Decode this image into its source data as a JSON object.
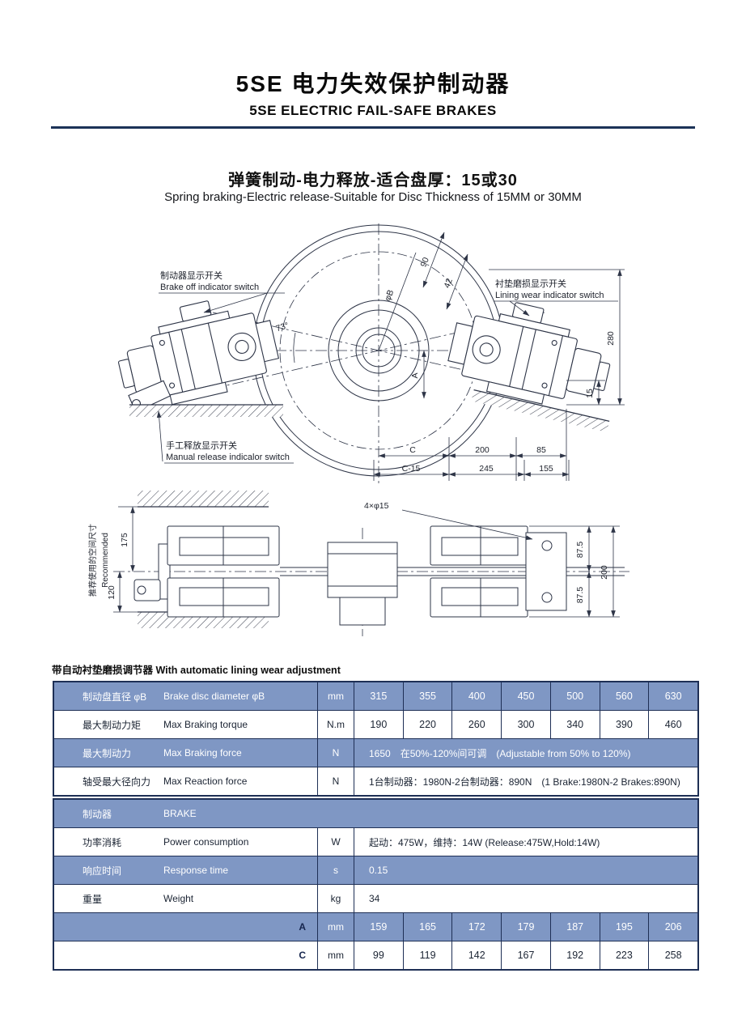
{
  "header": {
    "title_zh": "5SE 电力失效保护制动器",
    "title_en": "5SE ELECTRIC FAIL-SAFE BRAKES",
    "section_zh": "弹簧制动-电力释放-适合盘厚：15或30",
    "section_en": "Spring braking-Electric release-Suitable for Disc Thickness of 15MM or 30MM"
  },
  "note": "带自动衬垫磨损调节器  With automatic lining wear adjustment",
  "drawing": {
    "callouts": {
      "brake_off": {
        "zh": "制动器显示开关",
        "en": "Brake off indicator switch"
      },
      "lining_wear": {
        "zh": "衬垫磨损显示开关",
        "en": "Lining wear indicator switch"
      },
      "manual_release": {
        "zh": "手工释放显示开关",
        "en": "Manual release indicalor switch"
      },
      "recommended_zh": "推荐使用的空间尺寸",
      "recommended_en": "Recommended"
    },
    "dims": {
      "phi_b": "φB",
      "d90": "90",
      "d42": "42",
      "a73": "73°",
      "a": "A",
      "d280": "280",
      "d15": "15",
      "c": "C",
      "d200": "200",
      "d85": "85",
      "c15": "C-15",
      "d245": "245",
      "d155": "155",
      "holes": "4×φ15",
      "d175": "175",
      "d120": "120",
      "d87a": "87.5",
      "d87b": "87.5",
      "d200v": "200"
    }
  },
  "spec_table": {
    "rows": [
      {
        "zh": "制动盘直径 φB",
        "en": "Brake disc diameter  φB",
        "unit": "mm",
        "values": [
          "315",
          "355",
          "400",
          "450",
          "500",
          "560",
          "630"
        ]
      },
      {
        "zh": "最大制动力矩",
        "en": "Max Braking torque",
        "unit": "N.m",
        "values": [
          "190",
          "220",
          "260",
          "300",
          "340",
          "390",
          "460"
        ]
      },
      {
        "zh": "最大制动力",
        "en": "Max Braking force",
        "unit": "N",
        "merged": "1650　在50%-120%间可调　(Adjustable from 50% to 120%)"
      },
      {
        "zh": "轴受最大径向力",
        "en": "Max Reaction force",
        "unit": "N",
        "merged": "1台制动器：1980N-2台制动器：890N　(1 Brake:1980N-2 Brakes:890N)"
      }
    ]
  },
  "brake_table": {
    "title_zh": "制动器",
    "title_en": "BRAKE",
    "rows": [
      {
        "zh": "功率消耗",
        "en": "Power consumption",
        "unit": "W",
        "merged": "起动：475W，维持：14W  (Release:475W,Hold:14W)"
      },
      {
        "zh": "响应时间",
        "en": "Response time",
        "unit": "s",
        "merged": "0.15"
      },
      {
        "zh": "重量",
        "en": "Weight",
        "unit": "kg",
        "merged": "34"
      }
    ],
    "dim_rows": [
      {
        "label": "A",
        "unit": "mm",
        "values": [
          "159",
          "165",
          "172",
          "179",
          "187",
          "195",
          "206"
        ]
      },
      {
        "label": "C",
        "unit": "mm",
        "values": [
          "99",
          "119",
          "142",
          "167",
          "192",
          "223",
          "258"
        ]
      }
    ]
  }
}
